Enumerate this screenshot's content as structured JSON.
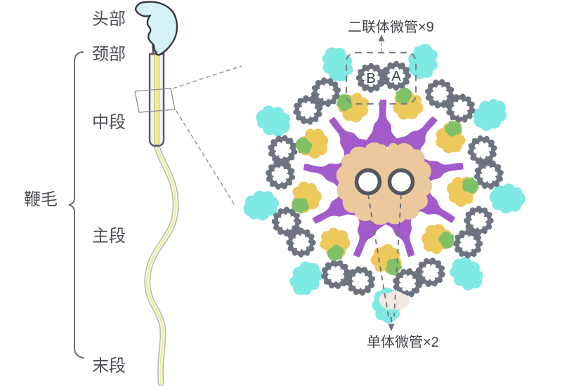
{
  "sperm": {
    "labels": {
      "head": "头部",
      "neck": "颈部",
      "midpiece": "中段",
      "principal_piece": "主段",
      "end_piece": "末段",
      "flagellum": "鞭毛"
    }
  },
  "cross_section": {
    "doublet_label": "二联体微管×9",
    "singlet_label": "单体微管×2",
    "tubule_b": "B",
    "tubule_a": "A"
  },
  "colors": {
    "head_fill": "#d5f2f4",
    "neck_gray": "#aaadb5",
    "tube_fill": "#eff3fb",
    "tail_stripe": "#f2ef8e",
    "ring_gray": "#6d7480",
    "outer_arm_cyan": "#7fe9e3",
    "inner_arm_yellow": "#edc95c",
    "link_green": "#80c166",
    "spoke_purple": "#a25bca",
    "center_tan": "#ebc99d",
    "pale_pink": "#f3e7e2",
    "label_text": "#4b4e54"
  }
}
